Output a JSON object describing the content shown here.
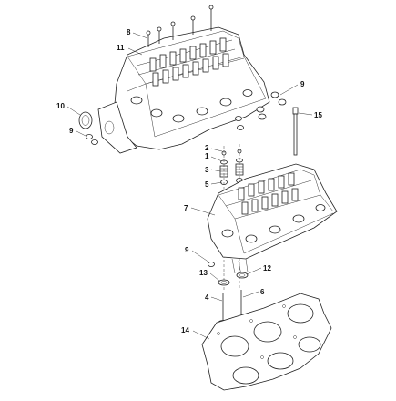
{
  "diagram": {
    "callouts": [
      {
        "id": "c8",
        "text": "8"
      },
      {
        "id": "c11",
        "text": "11"
      },
      {
        "id": "c10",
        "text": "10"
      },
      {
        "id": "c9a",
        "text": "9"
      },
      {
        "id": "c9b",
        "text": "9"
      },
      {
        "id": "c15",
        "text": "15"
      },
      {
        "id": "c2",
        "text": "2"
      },
      {
        "id": "c1",
        "text": "1"
      },
      {
        "id": "c3",
        "text": "3"
      },
      {
        "id": "c5",
        "text": "5"
      },
      {
        "id": "c7",
        "text": "7"
      },
      {
        "id": "c9c",
        "text": "9"
      },
      {
        "id": "c13",
        "text": "13"
      },
      {
        "id": "c12",
        "text": "12"
      },
      {
        "id": "c4",
        "text": "4"
      },
      {
        "id": "c6",
        "text": "6"
      },
      {
        "id": "c14",
        "text": "14"
      }
    ]
  }
}
